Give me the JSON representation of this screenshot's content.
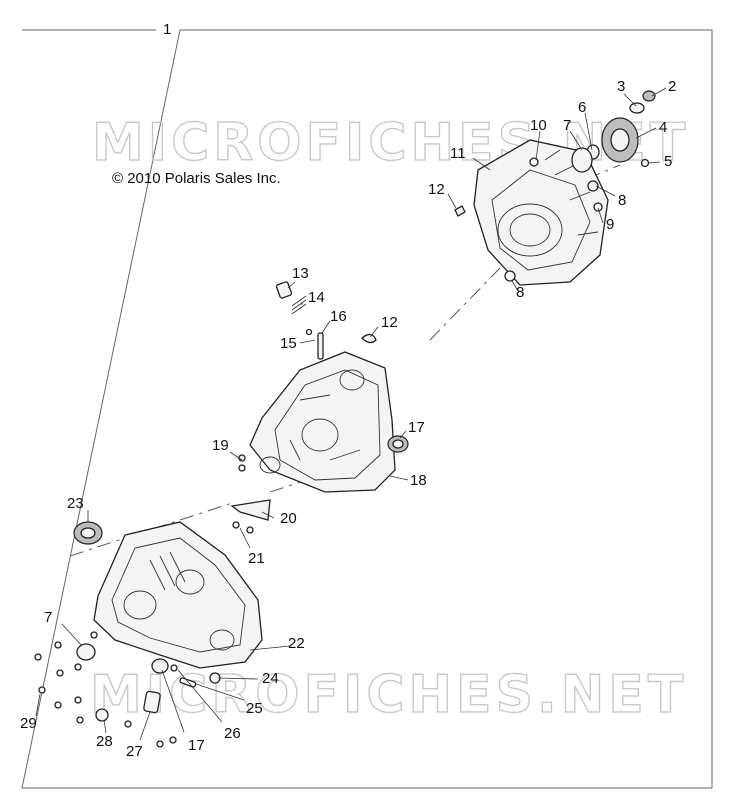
{
  "copyright": "© 2010 Polaris Sales Inc.",
  "watermark": "MICROFICHES.NET",
  "callouts": [
    {
      "id": "1",
      "label": "1"
    },
    {
      "id": "2",
      "label": "2"
    },
    {
      "id": "3",
      "label": "3"
    },
    {
      "id": "4",
      "label": "4"
    },
    {
      "id": "5",
      "label": "5"
    },
    {
      "id": "6",
      "label": "6"
    },
    {
      "id": "7a",
      "label": "7"
    },
    {
      "id": "8a",
      "label": "8"
    },
    {
      "id": "8b",
      "label": "8"
    },
    {
      "id": "9",
      "label": "9"
    },
    {
      "id": "10",
      "label": "10"
    },
    {
      "id": "11",
      "label": "11"
    },
    {
      "id": "12a",
      "label": "12"
    },
    {
      "id": "12b",
      "label": "12"
    },
    {
      "id": "13",
      "label": "13"
    },
    {
      "id": "14",
      "label": "14"
    },
    {
      "id": "15",
      "label": "15"
    },
    {
      "id": "16",
      "label": "16"
    },
    {
      "id": "17a",
      "label": "17"
    },
    {
      "id": "17b",
      "label": "17"
    },
    {
      "id": "18",
      "label": "18"
    },
    {
      "id": "19",
      "label": "19"
    },
    {
      "id": "20",
      "label": "20"
    },
    {
      "id": "21",
      "label": "21"
    },
    {
      "id": "22",
      "label": "22"
    },
    {
      "id": "23",
      "label": "23"
    },
    {
      "id": "24",
      "label": "24"
    },
    {
      "id": "25",
      "label": "25"
    },
    {
      "id": "26",
      "label": "26"
    },
    {
      "id": "27",
      "label": "27"
    },
    {
      "id": "28",
      "label": "28"
    },
    {
      "id": "29",
      "label": "29"
    },
    {
      "id": "7b",
      "label": "7"
    }
  ]
}
